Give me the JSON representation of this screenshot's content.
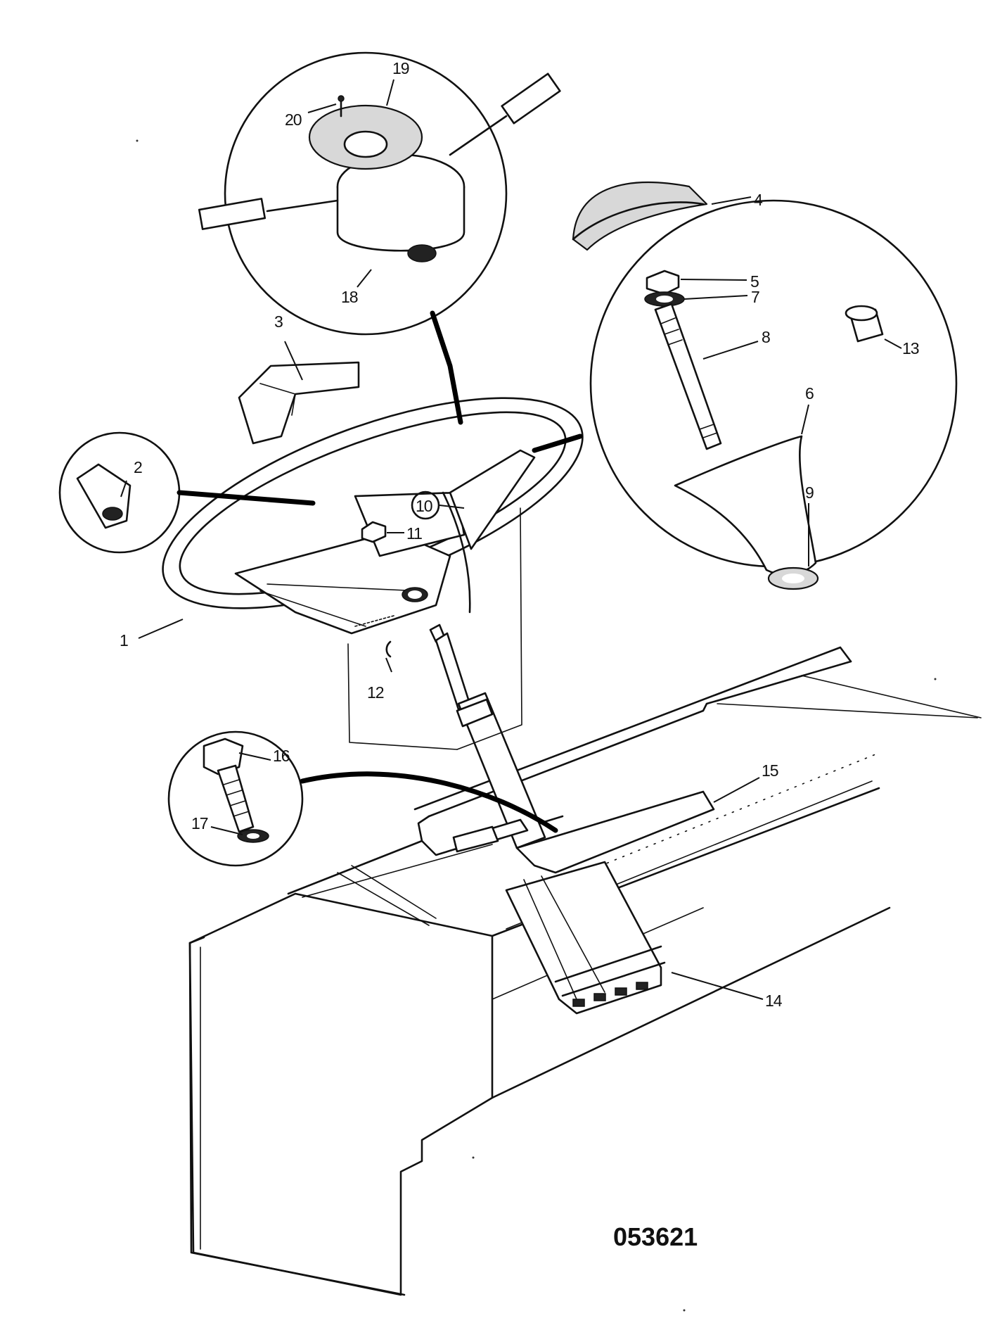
{
  "diagram": {
    "reference_number": "053621",
    "callouts": [
      {
        "id": "1",
        "label": "1"
      },
      {
        "id": "2",
        "label": "2"
      },
      {
        "id": "3",
        "label": "3"
      },
      {
        "id": "4",
        "label": "4"
      },
      {
        "id": "5",
        "label": "5"
      },
      {
        "id": "6",
        "label": "6"
      },
      {
        "id": "7",
        "label": "7"
      },
      {
        "id": "8",
        "label": "8"
      },
      {
        "id": "9",
        "label": "9"
      },
      {
        "id": "10",
        "label": "10"
      },
      {
        "id": "11",
        "label": "11"
      },
      {
        "id": "12",
        "label": "12"
      },
      {
        "id": "13",
        "label": "13"
      },
      {
        "id": "14",
        "label": "14"
      },
      {
        "id": "15",
        "label": "15"
      },
      {
        "id": "16",
        "label": "16"
      },
      {
        "id": "17",
        "label": "17"
      },
      {
        "id": "18",
        "label": "18"
      },
      {
        "id": "19",
        "label": "19"
      },
      {
        "id": "20",
        "label": "20"
      }
    ]
  }
}
